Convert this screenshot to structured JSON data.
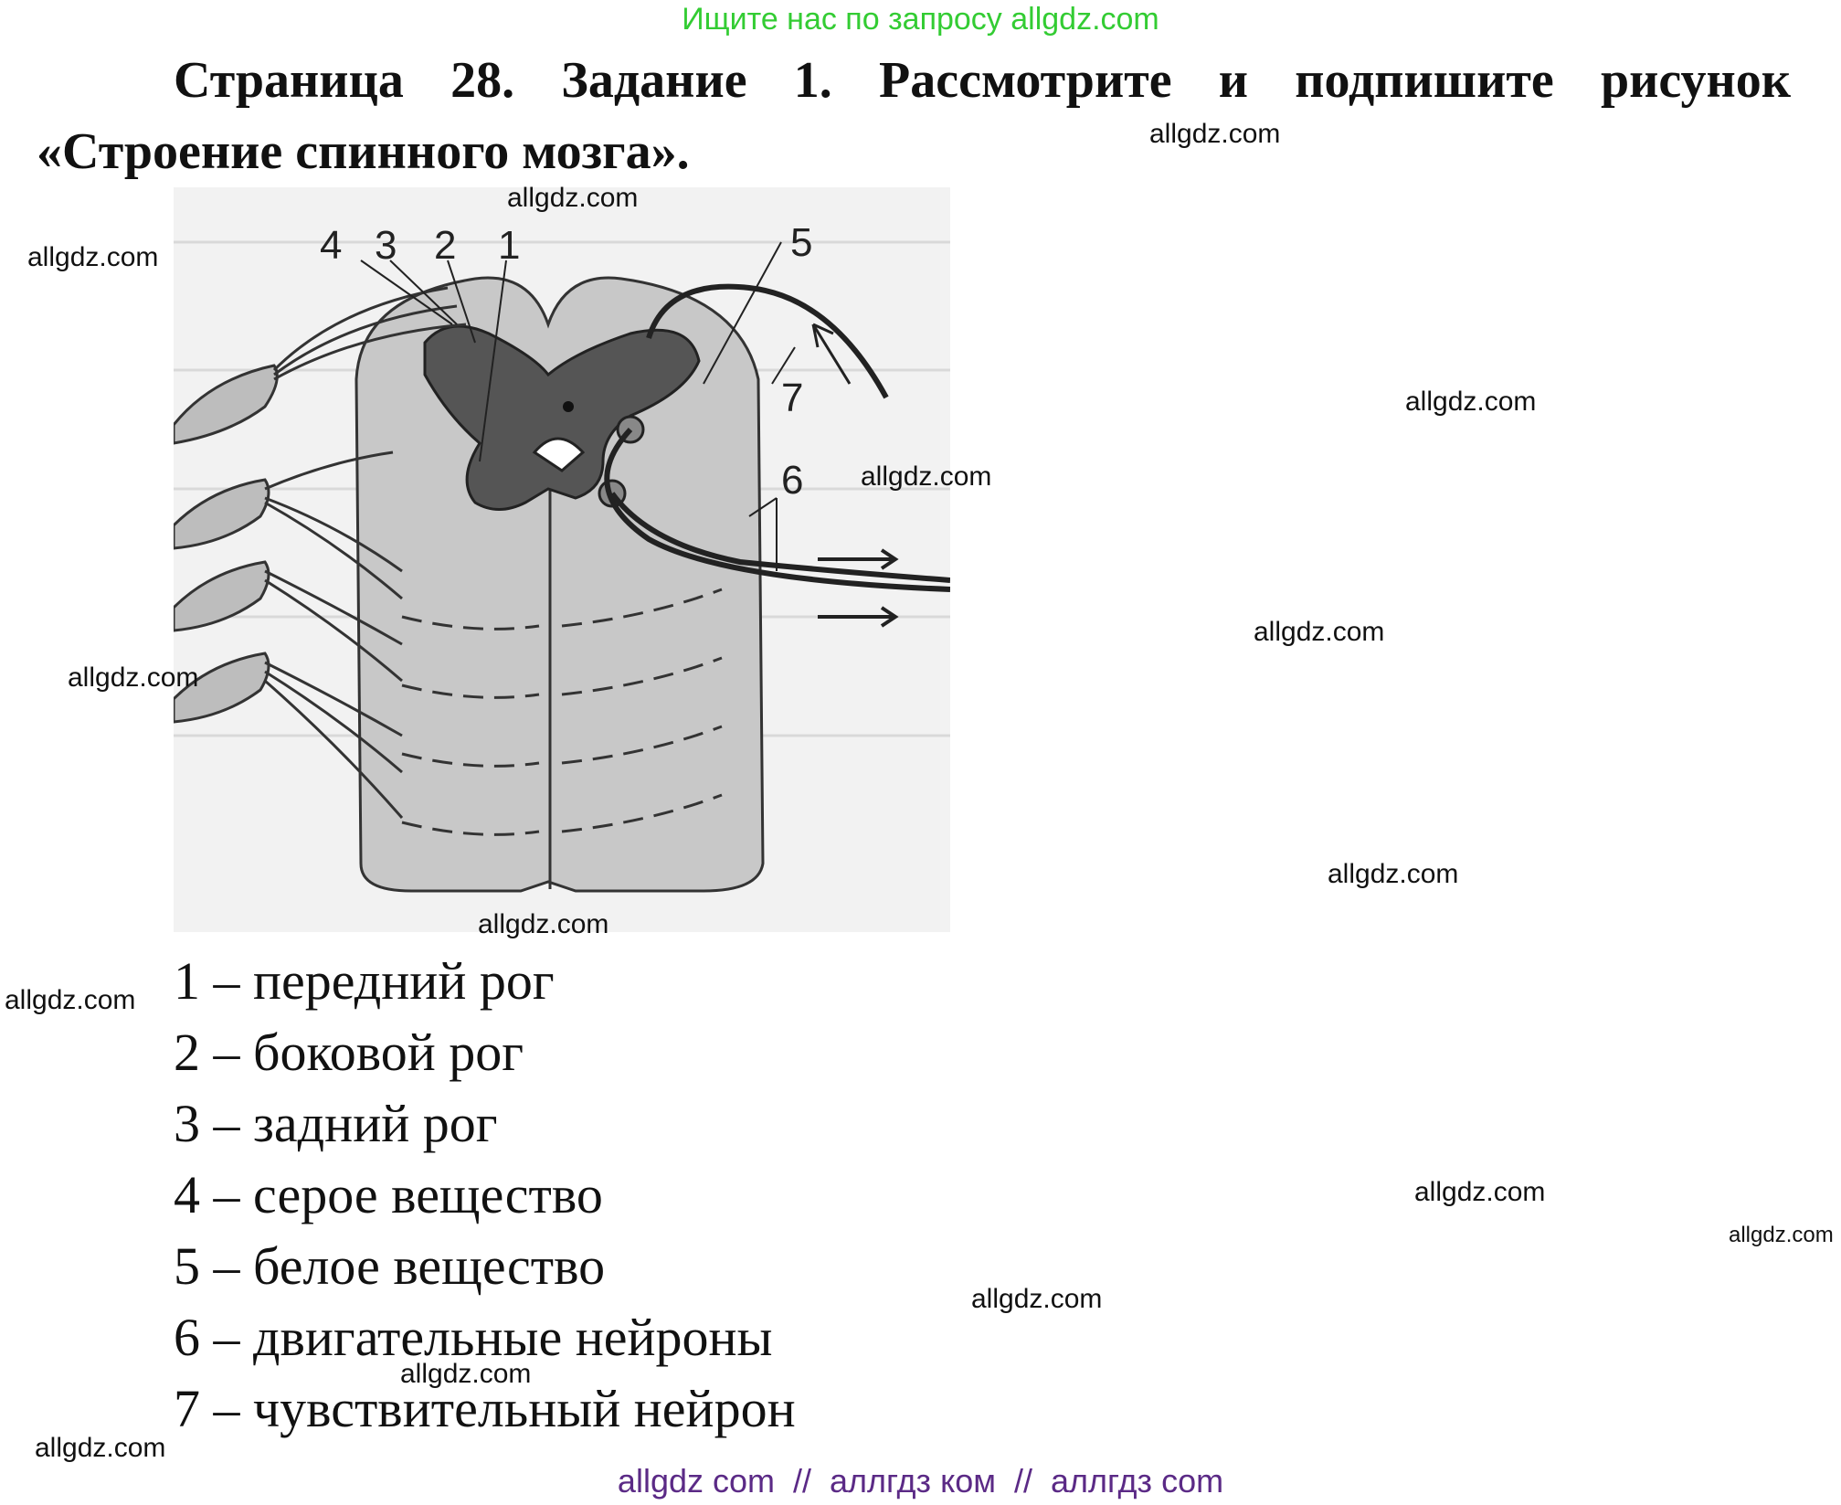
{
  "banner": "Ищите нас по запросу allgdz.com",
  "heading": {
    "line1": "Страница 28. Задание 1. Рассмотрите и подпишите рисунок",
    "line2": "«Строение спинного мозга»."
  },
  "figure": {
    "numbers": [
      "1",
      "2",
      "3",
      "4",
      "5",
      "6",
      "7"
    ]
  },
  "legend": [
    "1 – передний рог",
    "2 – боковой рог",
    "3 – задний рог",
    "4 – серое вещество",
    "5 – белое вещество",
    "6 – двигательные нейроны",
    "7 – чувствительный нейрон"
  ],
  "watermark": "allgdz.com",
  "footer": "allgdz com  //  аллгдз ком  //  аллгдз com",
  "colors": {
    "banner": "#33cc33",
    "footer": "#5b2a86",
    "white_matter": "#c8c8c8",
    "grey_matter": "#555555"
  }
}
